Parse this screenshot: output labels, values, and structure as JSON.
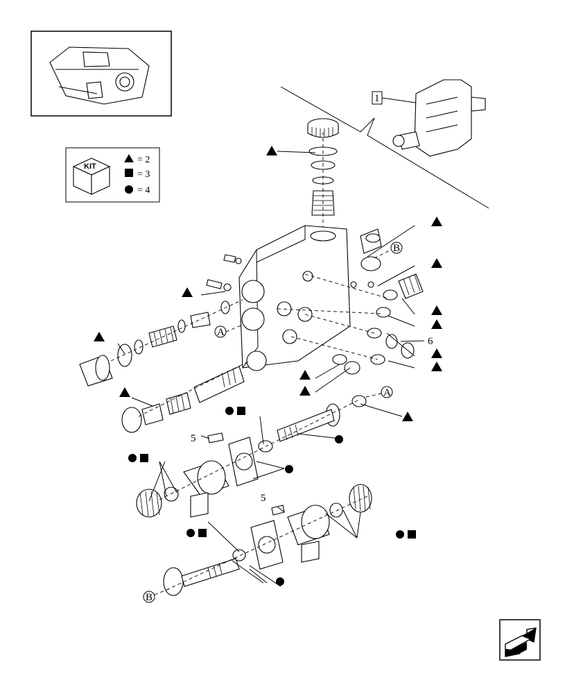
{
  "kit_legend": {
    "title": "KIT",
    "rows": [
      {
        "symbol": "triangle",
        "text": "= 2"
      },
      {
        "symbol": "square",
        "text": "= 3"
      },
      {
        "symbol": "circle",
        "text": "= 4"
      }
    ]
  },
  "callouts": {
    "ref_assembly": "1",
    "part_5a": "5",
    "part_5b": "5",
    "part_6": "6",
    "ref_a1": "A",
    "ref_a2": "A",
    "ref_b1": "B",
    "ref_b2": "B"
  },
  "navigation": {
    "next_icon": "arrow-next-page-icon"
  }
}
